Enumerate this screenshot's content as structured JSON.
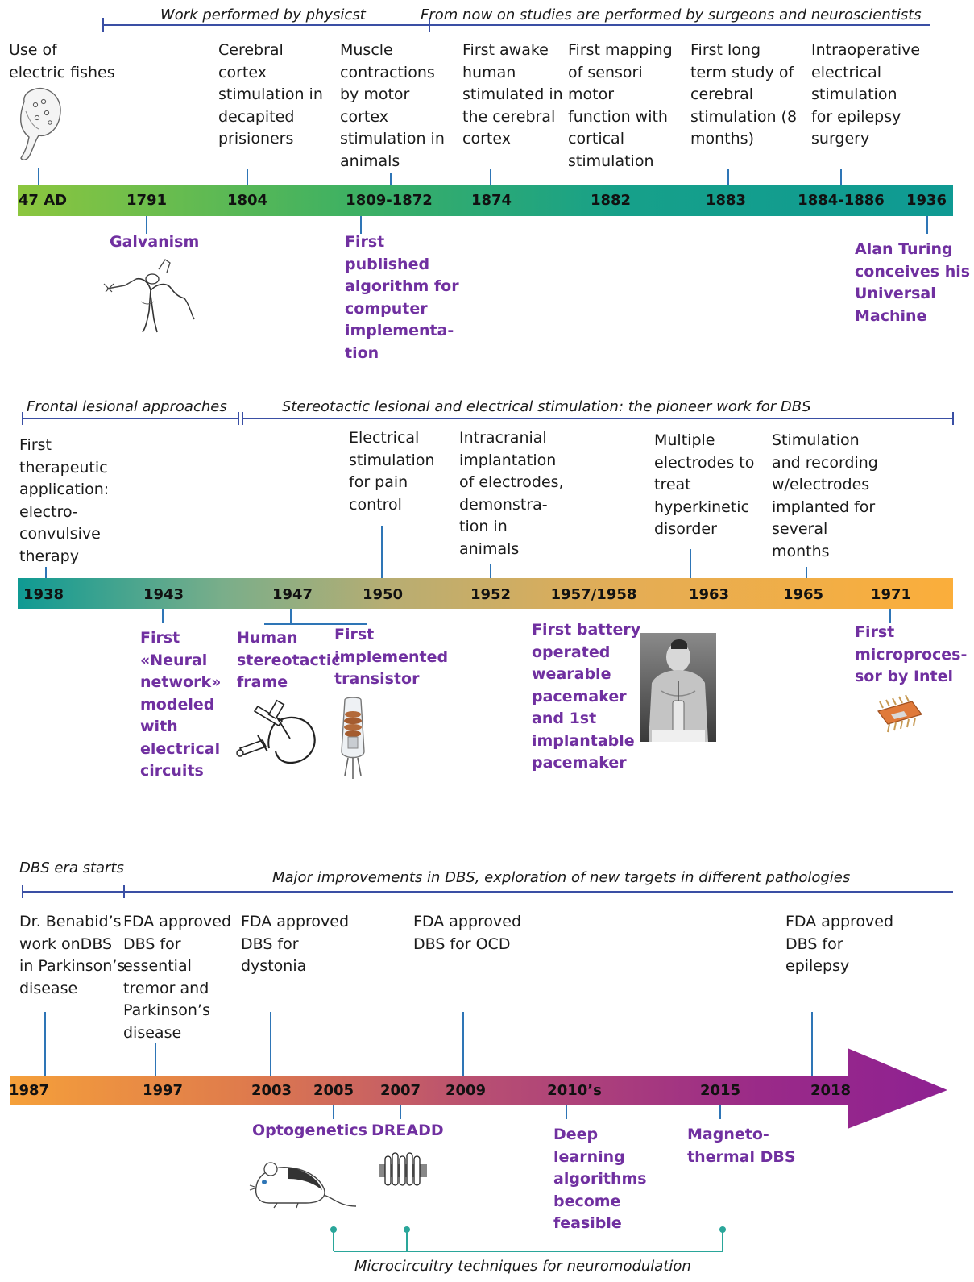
{
  "row1": {
    "era_labels": [
      "Work performed by physicst",
      "From now on studies are performed by surgeons and neuroscientists"
    ],
    "years": [
      "47 AD",
      "1791",
      "1804",
      "1809-1872",
      "1874",
      "1882",
      "1883",
      "1884-1886",
      "1936"
    ],
    "events_above": [
      "Use of\nelectric fishes",
      "Cerebral\ncortex\nstimulation in\ndecapited\nprisioners",
      "Muscle\ncontractions\nby motor\ncortex\nstimulation in\nanimals",
      "First awake\nhuman\nstimulated in\nthe cerebral\ncortex",
      "First mapping\nof sensori\nmotor\nfunction with\ncortical\nstimulation",
      "First long\nterm study of\ncerebral\nstimulation (8\nmonths)",
      "Intraoperative\nelectrical\nstimulation\nfor epilepsy\nsurgery"
    ],
    "events_below": [
      "Galvanism",
      "First\npublished\nalgorithm for\ncomputer\nimplementa-\ntion",
      "Alan Turing\nconceives his\nUniversal\nMachine"
    ]
  },
  "row2": {
    "era_labels": [
      "Frontal lesional approaches",
      "Stereotactic lesional and electrical stimulation: the pioneer work for DBS"
    ],
    "years": [
      "1938",
      "1943",
      "1947",
      "1950",
      "1952",
      "1957/1958",
      "1963",
      "1965",
      "1971"
    ],
    "events_above": [
      "First\ntherapeutic\napplication:\nelectro-\nconvulsive\ntherapy",
      "Electrical\nstimulation\nfor pain\ncontrol",
      "Intracranial\nimplantation\nof electrodes,\ndemonstra-\ntion in\nanimals",
      "Multiple\nelectrodes to\ntreat\nhyperkinetic\ndisorder",
      "Stimulation\nand recording\nw/electrodes\nimplanted for\nseveral\nmonths"
    ],
    "events_below": [
      "First\n«Neural\nnetwork»\nmodeled\nwith\nelectrical\ncircuits",
      "Human\nstereotactic\nframe",
      "First\nimplemented\ntransistor",
      "First battery\noperated\nwearable\npacemaker\nand 1st\nimplantable\npacemaker",
      "First\nmicroproces-\nsor by Intel"
    ]
  },
  "row3": {
    "era_labels": [
      "DBS era starts",
      "Major improvements in DBS, exploration of new targets in different pathologies"
    ],
    "years": [
      "1987",
      "1997",
      "2003",
      "2005",
      "2007",
      "2009",
      "2010’s",
      "2015",
      "2018"
    ],
    "events_above": [
      "Dr. Benabid’s\nwork onDBS\nin Parkinson’s\ndisease",
      "FDA approved\nDBS for\nessential\ntremor and\nParkinson’s\ndisease",
      "FDA approved\nDBS for\ndystonia",
      "FDA approved\nDBS for OCD",
      "FDA approved\nDBS for\nepilepsy"
    ],
    "events_below": [
      "Optogenetics",
      "DREADD",
      "Deep\nlearning\nalgorithms\nbecome\nfeasible",
      "Magneto-\nthermal DBS"
    ],
    "bottom_label": "Microcircuitry techniques for neuromodulation"
  },
  "colors": {
    "tech_purple": "#7030a0",
    "era_bracket": "#3a4fa4",
    "tick_blue": "#2e75b6",
    "bracket_teal": "#2aa69a",
    "band1": [
      "#8cc63e",
      "#0f9a93"
    ],
    "band2": [
      "#0f9a93",
      "#c8ad6a",
      "#fbae3b"
    ],
    "band3": [
      "#f5a03a",
      "#c8566a",
      "#8e2192"
    ]
  }
}
